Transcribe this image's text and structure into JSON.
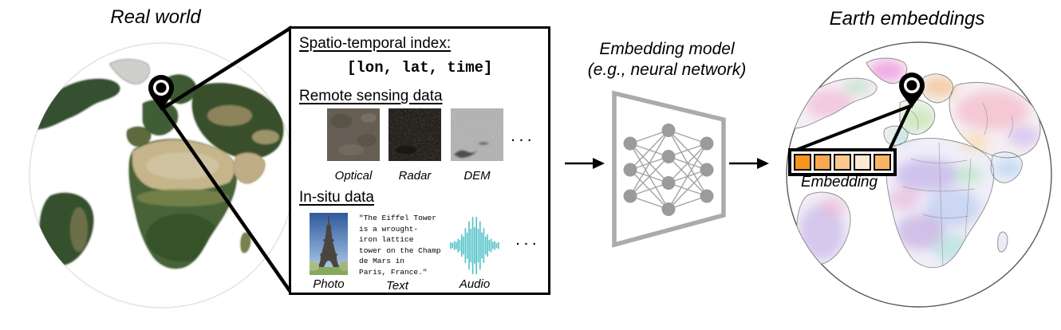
{
  "titles": {
    "left_globe": "Real world",
    "model_line1": "Embedding model",
    "model_line2": "(e.g., neural network)",
    "right_globe": "Earth embeddings"
  },
  "index_panel": {
    "heading": "Spatio-temporal index:",
    "code": "[lon, lat, time]",
    "remote_heading": "Remote sensing data",
    "remote_items": [
      {
        "label": "Optical"
      },
      {
        "label": "Radar"
      },
      {
        "label": "DEM"
      }
    ],
    "remote_ellipsis": ". . .",
    "insitu_heading": "In-situ data",
    "text_snippet": "\"The Eiffel Tower\nis a wrought-\niron lattice\ntower on the Champ\nde Mars in\nParis, France.\"",
    "insitu_items": [
      {
        "label": "Photo"
      },
      {
        "label": "Text"
      },
      {
        "label": "Audio"
      }
    ],
    "insitu_ellipsis": ". . ."
  },
  "model": {
    "layers": [
      3,
      4,
      3
    ],
    "node_color": "#9b9b9b",
    "edge_color": "#a3a3a3",
    "frame_color": "#ababab"
  },
  "embedding": {
    "label": "Embedding",
    "cell_colors": [
      "#F7941E",
      "#F9A850",
      "#FBC98F",
      "#FDE9D2",
      "#F9B566"
    ]
  },
  "colors": {
    "waveform": "#4FC1C8",
    "connector": "#000000",
    "sahara_tan": "#ecd8a6",
    "land_green": "#4e6f40"
  },
  "icons": {
    "location_pin": "map-pin",
    "audio": "audio-waveform",
    "ellipsis": "more-items"
  }
}
